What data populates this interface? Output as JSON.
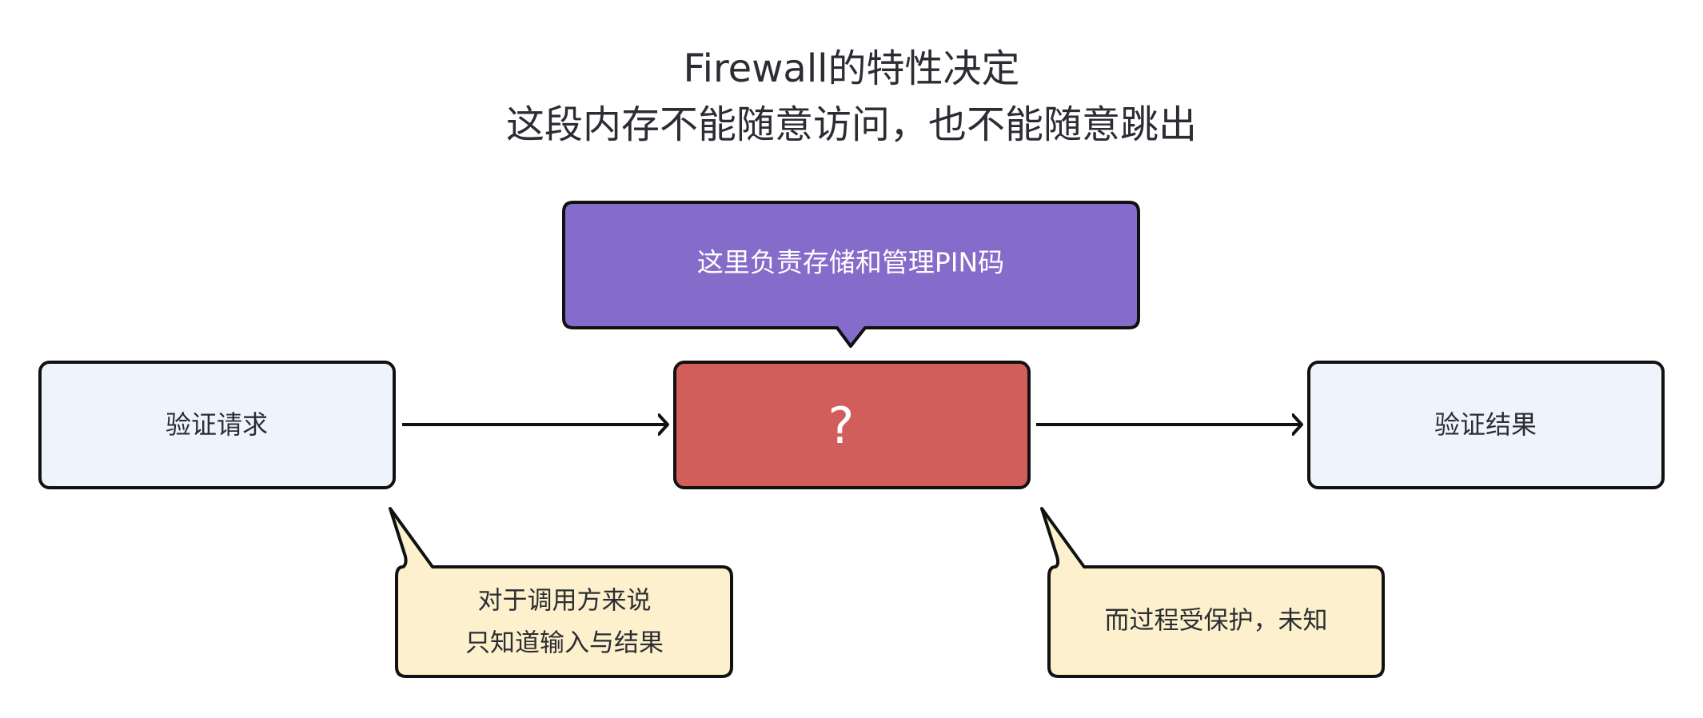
{
  "title": {
    "line1": "Firewall的特性决定",
    "line2": "这段内存不能随意访问，也不能随意跳出"
  },
  "colors": {
    "stroke": "#111111",
    "io_fill": "#eef3fc",
    "core_fill": "#d25e5c",
    "note_fill": "#856bca",
    "callout_fill": "#fdf0cc",
    "dark_text": "#2b2d33",
    "light_text": "#ffffff"
  },
  "nodes": {
    "request": {
      "label": "验证请求"
    },
    "core": {
      "label": "?"
    },
    "result": {
      "label": "验证结果"
    },
    "pin_note": {
      "label": "这里负责存储和管理PIN码"
    }
  },
  "callouts": {
    "caller_view": {
      "lines": [
        "对于调用方来说",
        "只知道输入与结果"
      ]
    },
    "process_view": {
      "lines": [
        "而过程受保护，未知"
      ]
    }
  },
  "edges": [
    {
      "from": "request",
      "to": "core"
    },
    {
      "from": "core",
      "to": "result"
    }
  ]
}
